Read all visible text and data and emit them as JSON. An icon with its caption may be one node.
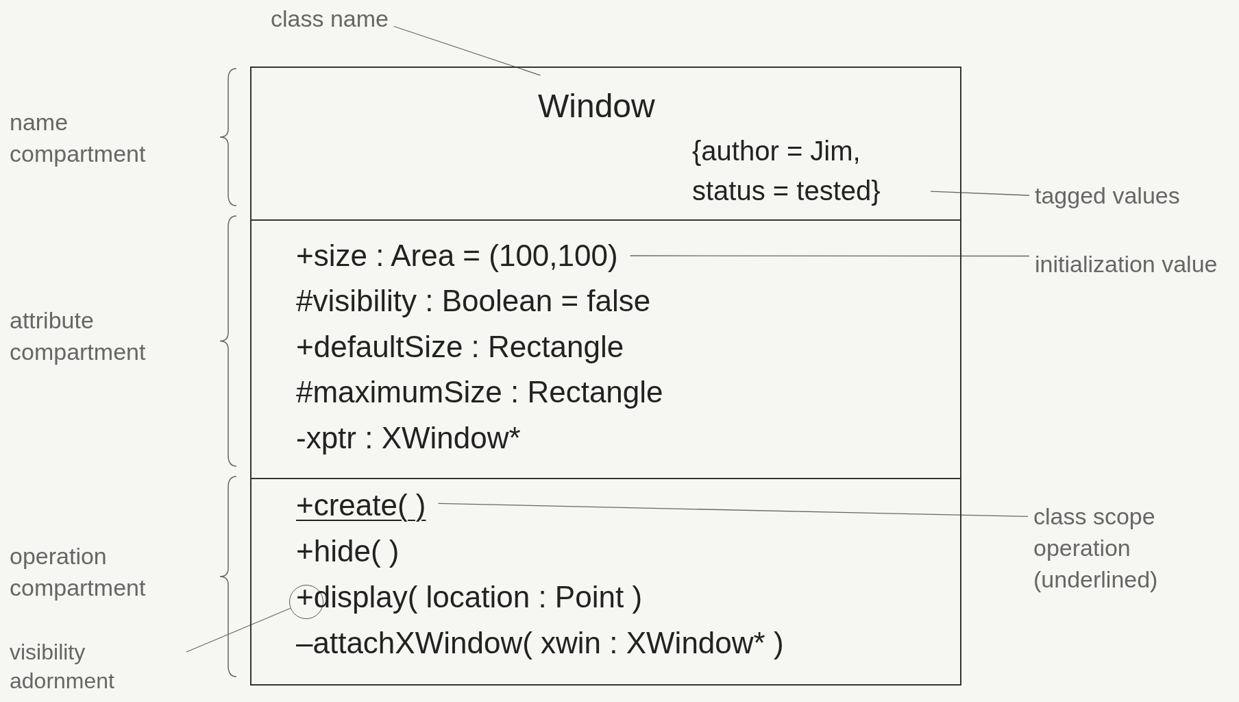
{
  "diagram": {
    "nodes": [
      {
        "text": [],
        "shape": "box"
      },
      {
        "text": [
          "class name"
        ]
      },
      {
        "text": [
          "Window"
        ],
        "in": 0
      },
      {
        "text": [
          "{author = Jim, status = tested}"
        ],
        "in": 0
      },
      {
        "text": [
          "tagged values"
        ]
      },
      {
        "text": [
          "+size : Area = (100,100)"
        ],
        "in": 0
      },
      {
        "text": [
          "initialization value"
        ]
      },
      {
        "text": [
          "+create( )"
        ],
        "in": 0
      },
      {
        "text": [
          "class scope operation (underlined)"
        ]
      },
      {
        "text": [],
        "shape": "circle",
        "in": 0
      },
      {
        "text": [
          "visibility adornment"
        ]
      }
    ],
    "edges": [
      {
        "from": 1,
        "to": 2,
        "arrow": "none"
      },
      {
        "from": 4,
        "to": 3,
        "arrow": "none"
      },
      {
        "from": 6,
        "to": 5,
        "arrow": "none"
      },
      {
        "from": 8,
        "to": 7,
        "arrow": "none"
      },
      {
        "from": 10,
        "to": 9,
        "arrow": "none"
      }
    ],
    "labels": [
      "name compartment",
      "attribute compartment",
      "operation compartment",
      "#visibility : Boolean = false",
      "+defaultSize : Rectangle",
      "#maximumSize : Rectangle",
      "-xptr : XWindow*",
      "+hide( )",
      "+display( location : Point )",
      "–attachXWindow( xwin : XWindow* )"
    ]
  }
}
